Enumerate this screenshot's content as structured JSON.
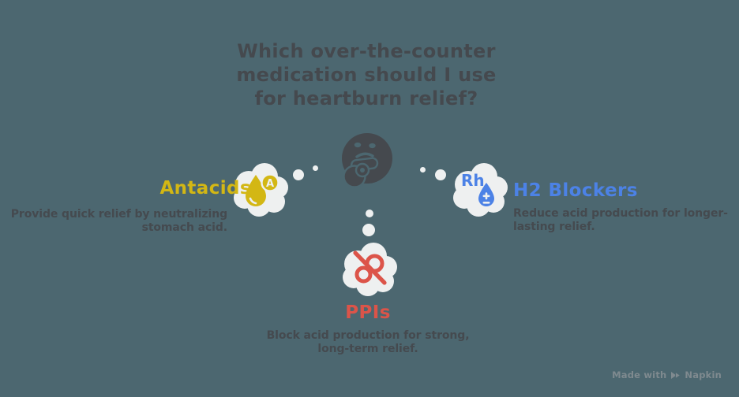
{
  "colors": {
    "background": "#4c6770",
    "cloud": "#eef0f0",
    "ink": "#45494e",
    "antacids_yellow": "#d3b714",
    "h2_blue": "#4c82e6",
    "ppis_red": "#dc5449",
    "watermark_gray": "#858e93"
  },
  "title": {
    "lines": [
      "Which over-the-counter",
      "medication should I use",
      "for heartburn relief?"
    ]
  },
  "center": {
    "icon": "thinking-face-emoji"
  },
  "nodes": {
    "antacids": {
      "label": "Antacids",
      "desc_lines": [
        "Provide quick relief by neutralizing",
        "stomach acid."
      ],
      "icon": "antacid-droplet-with-badge",
      "badge_letter": "A"
    },
    "h2_blockers": {
      "label": "H2 Blockers",
      "desc_lines": [
        "Reduce acid production for longer-",
        "lasting relief."
      ],
      "icon": "rh-plus-minus-droplet",
      "icon_text": "Rh"
    },
    "ppis": {
      "label": "PPIs",
      "desc_lines": [
        "Block acid production for strong,",
        "long-term relief."
      ],
      "icon": "crossed-out-prescription"
    }
  },
  "watermark": {
    "prefix": "Made with",
    "brand": "Napkin"
  }
}
